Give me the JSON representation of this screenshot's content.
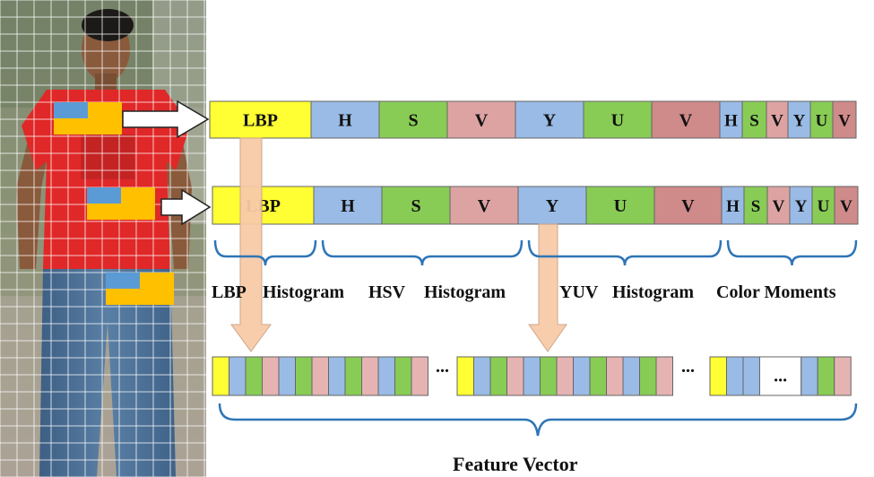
{
  "colors": {
    "lbp": "#ffff33",
    "h": "#99bbe6",
    "s": "#88cc55",
    "v": "#dda3a3",
    "y": "#99bbe6",
    "u": "#88cc55",
    "v2": "#cf8a8a",
    "vecV": "#e6b3b3",
    "brace": "#2e75b6",
    "down_arrow": "#f8cba8",
    "patch_orange": "#ffc000",
    "patch_blue": "#5b9bd5",
    "shirt": "#e02828"
  },
  "row1": {
    "segments": [
      "LBP",
      "H",
      "S",
      "V",
      "Y",
      "U",
      "V"
    ],
    "moments": [
      "H",
      "S",
      "V",
      "Y",
      "U",
      "V"
    ]
  },
  "row2": {
    "segments": [
      "LBP",
      "H",
      "S",
      "V",
      "Y",
      "U",
      "V"
    ],
    "moments": [
      "H",
      "S",
      "V",
      "Y",
      "U",
      "V"
    ]
  },
  "group_labels": {
    "lbp": "LBP",
    "lbp_hist": "Histogram",
    "hsv": "HSV",
    "hsv_hist": "Histogram",
    "yuv": "YUV",
    "yuv_hist": "Histogram",
    "color_moments": "Color Moments"
  },
  "vector": {
    "ellipsis": "...",
    "inner_ellipsis": "...",
    "caption": "Feature Vector"
  },
  "icons": [
    "person-photo",
    "grid-overlay",
    "right-arrow-icon",
    "down-arrow-icon",
    "curly-brace-icon"
  ]
}
